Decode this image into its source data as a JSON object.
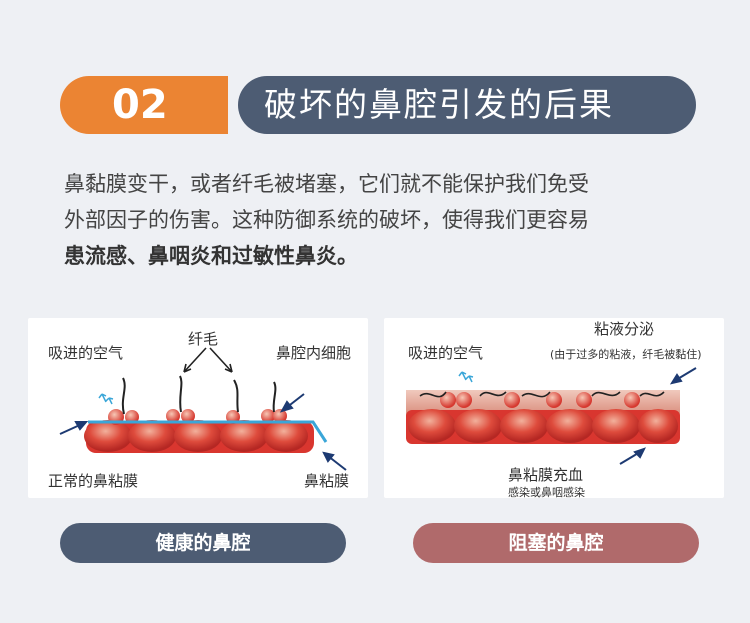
{
  "title": {
    "number": "02",
    "text": "破坏的鼻腔引发的后果"
  },
  "description": {
    "line1": "鼻黏膜变干，或者纤毛被堵塞，它们就不能保护我们免受",
    "line2": "外部因子的伤害。这种防御系统的破坏，使得我们更容易",
    "line3_bold": "患流感、鼻咽炎和过敏性鼻炎。"
  },
  "healthy": {
    "air": "吸进的空气",
    "cilia": "纤毛",
    "cells": "鼻腔内细胞",
    "mucosa_normal": "正常的鼻粘膜",
    "mucosa": "鼻粘膜",
    "caption": "健康的鼻腔"
  },
  "blocked": {
    "air": "吸进的空气",
    "secretion": "粘液分泌",
    "secretion_note": "(由于过多的粘液，纤毛被黏住)",
    "congestion": "鼻粘膜充血",
    "congestion_note": "感染或鼻咽感染",
    "caption": "阻塞的鼻腔"
  },
  "colors": {
    "orange": "#eb8433",
    "slate": "#4d5c73",
    "rose": "#b06a6b",
    "tissue": "#d9362f"
  }
}
